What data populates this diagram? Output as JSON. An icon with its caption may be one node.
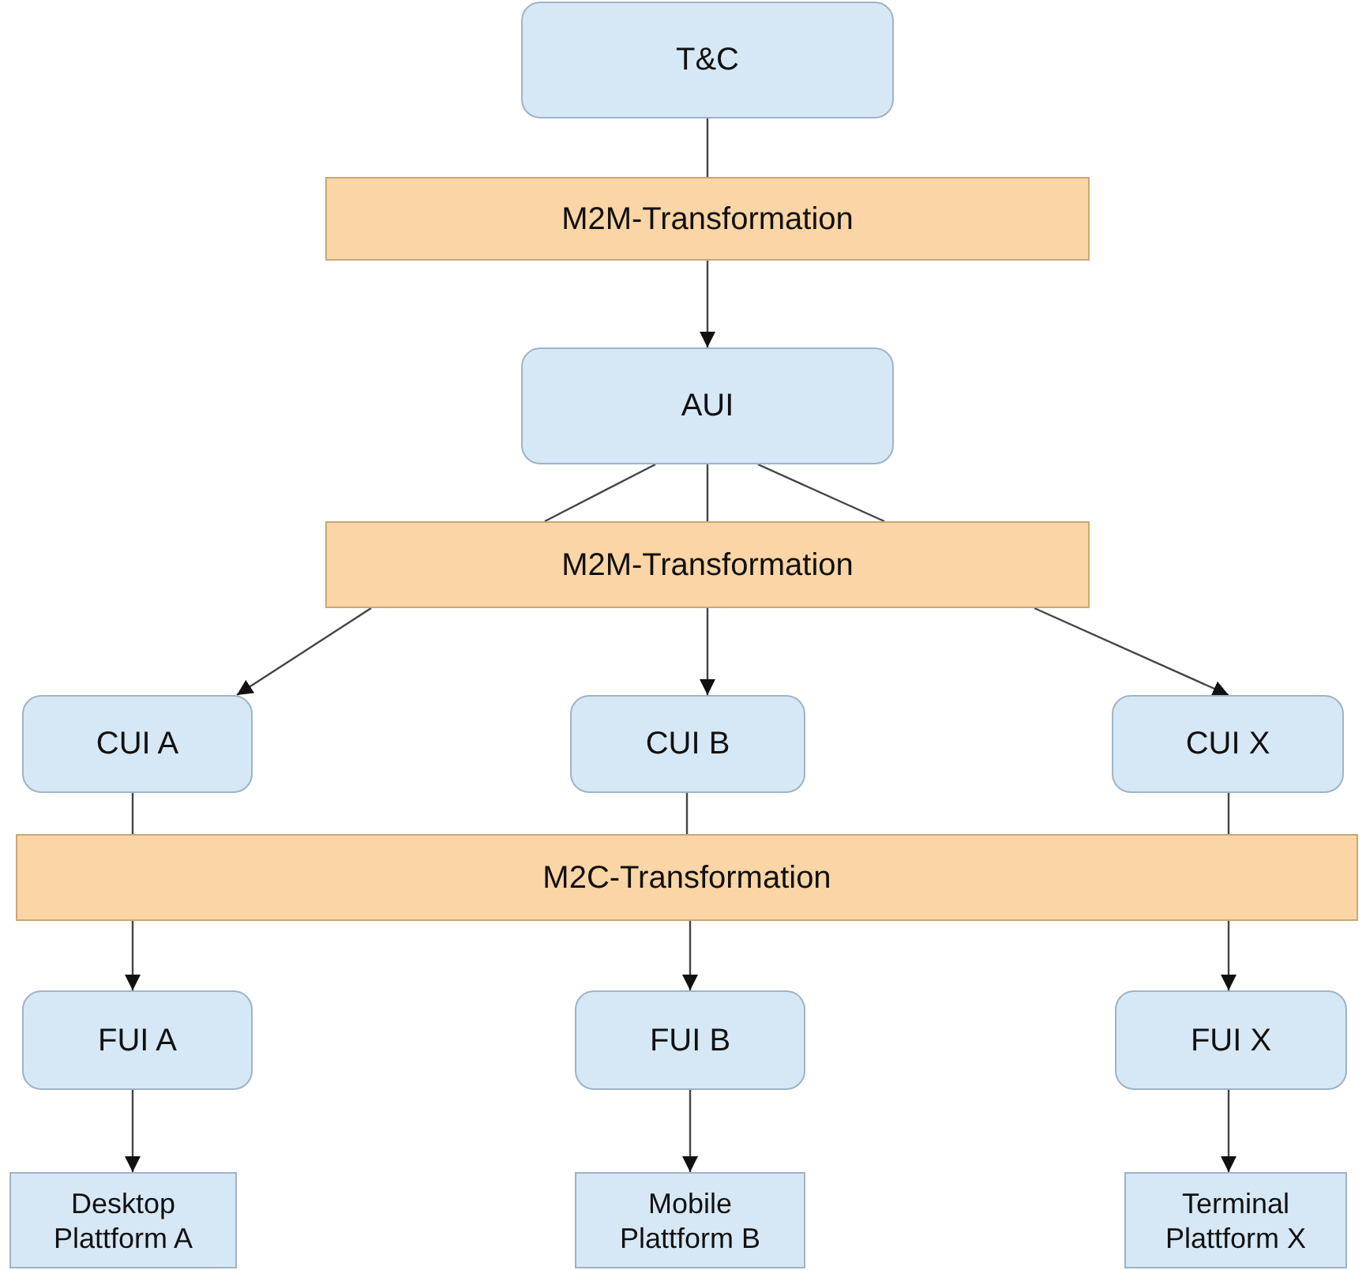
{
  "diagram": {
    "nodes": [
      {
        "text": [
          "T&C"
        ]
      },
      {
        "text": [
          "M2M-Transformation"
        ]
      },
      {
        "text": [
          "AUI"
        ]
      },
      {
        "text": [
          "M2M-Transformation"
        ]
      },
      {
        "text": [
          "CUI A"
        ]
      },
      {
        "text": [
          "CUI B"
        ]
      },
      {
        "text": [
          "CUI X"
        ]
      },
      {
        "text": [
          "M2C-Transformation"
        ]
      },
      {
        "text": [
          "FUI A"
        ]
      },
      {
        "text": [
          "FUI B"
        ]
      },
      {
        "text": [
          "FUI X"
        ]
      },
      {
        "text": [
          "Desktop Plattform A"
        ]
      },
      {
        "text": [
          "Mobile Plattform B"
        ]
      },
      {
        "text": [
          "Terminal Plattform X"
        ]
      }
    ],
    "edges": [
      {
        "from": 0,
        "to": 1,
        "arrow": "none"
      },
      {
        "from": 1,
        "to": 2,
        "arrow": "to"
      },
      {
        "from": 2,
        "to": 3,
        "arrow": "none"
      },
      {
        "from": 2,
        "to": 3,
        "arrow": "none"
      },
      {
        "from": 2,
        "to": 3,
        "arrow": "none"
      },
      {
        "from": 3,
        "to": 4,
        "arrow": "to"
      },
      {
        "from": 3,
        "to": 5,
        "arrow": "to"
      },
      {
        "from": 3,
        "to": 6,
        "arrow": "to"
      },
      {
        "from": 4,
        "to": 7,
        "arrow": "none"
      },
      {
        "from": 5,
        "to": 7,
        "arrow": "none"
      },
      {
        "from": 6,
        "to": 7,
        "arrow": "none"
      },
      {
        "from": 7,
        "to": 8,
        "arrow": "to"
      },
      {
        "from": 7,
        "to": 9,
        "arrow": "to"
      },
      {
        "from": 7,
        "to": 10,
        "arrow": "to"
      },
      {
        "from": 8,
        "to": 11,
        "arrow": "to"
      },
      {
        "from": 9,
        "to": 12,
        "arrow": "to"
      },
      {
        "from": 10,
        "to": 13,
        "arrow": "to"
      }
    ]
  }
}
